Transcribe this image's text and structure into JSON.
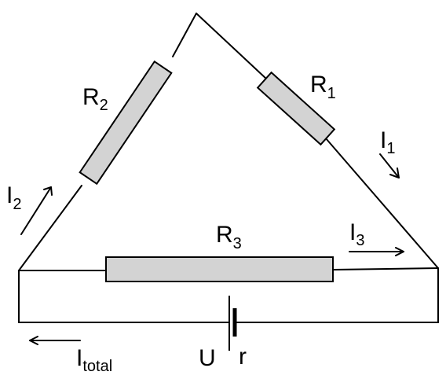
{
  "resistors": {
    "r1": {
      "symbol": "R",
      "sub": "1"
    },
    "r2": {
      "symbol": "R",
      "sub": "2"
    },
    "r3": {
      "symbol": "R",
      "sub": "3"
    }
  },
  "currents": {
    "i1": {
      "symbol": "I",
      "sub": "1"
    },
    "i2": {
      "symbol": "I",
      "sub": "2"
    },
    "i3": {
      "symbol": "I",
      "sub": "3"
    },
    "total": {
      "symbol": "I",
      "sub": "total"
    }
  },
  "source": {
    "voltage_label": "U",
    "internal_resistance_label": "r"
  },
  "colors": {
    "resistor_fill": "#d3d3d3",
    "wire": "#000000"
  }
}
